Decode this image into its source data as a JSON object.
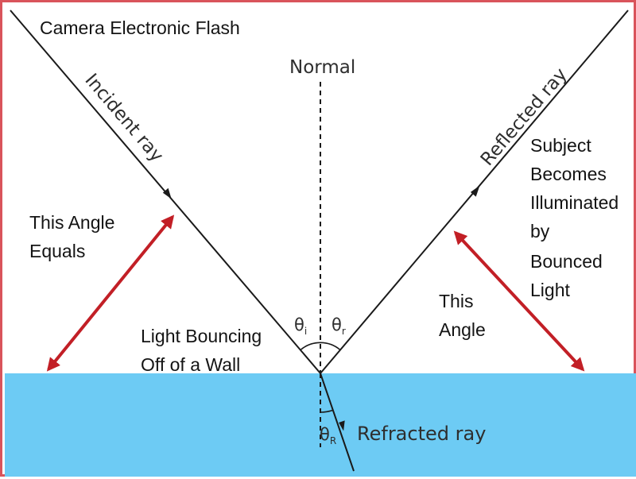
{
  "colors": {
    "frame": "#d9545b",
    "water": "#6dcbf4",
    "ray": "#1a1a1a",
    "arrow": "#c21f26",
    "text": "#141414"
  },
  "labels": {
    "flash": "Camera Electronic Flash",
    "normal": "Normal",
    "incident": "Incident ray",
    "reflected": "Reflected ray",
    "refracted": "Refracted ray",
    "left_angle": [
      "This Angle",
      "Equals"
    ],
    "right_angle": [
      "This",
      "Angle"
    ],
    "bounce": [
      "Light Bouncing",
      "Off of a Wall"
    ],
    "subject": [
      "Subject",
      "Becomes",
      "Illuminated",
      "by",
      "Bounced",
      "Light"
    ],
    "theta_symbol": "θ",
    "theta_i_sub": "i",
    "theta_r_sub": "r",
    "theta_R_sub": "R"
  }
}
